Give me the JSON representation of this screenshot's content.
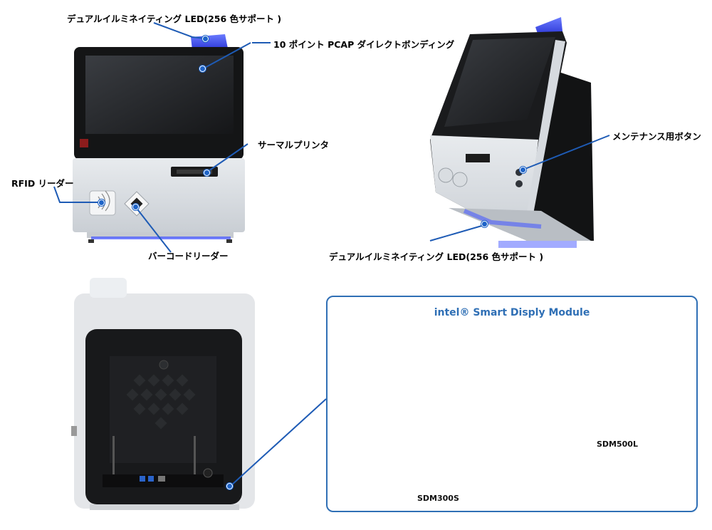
{
  "callouts": {
    "led_top": "デュアルイルミネイティング LED(256 色サポート )",
    "pcap": "10 ポイント PCAP ダイレクトボンディング",
    "thermal_printer": "サーマルプリンタ",
    "rfid": "RFID リーダー",
    "barcode": "バーコードリーダー",
    "maintenance": "メンテナンス用ボタン",
    "led_bottom": "デュアルイルミネイティング LED(256 色サポート )"
  },
  "panel": {
    "title": "intel® Smart Disply Module",
    "module_a": "SDM300S",
    "module_b": "SDM500L"
  },
  "colors": {
    "accent_blue": "#2f6fb5",
    "callout_line": "#1e5bb5",
    "led_blue": "#3a4cff"
  }
}
